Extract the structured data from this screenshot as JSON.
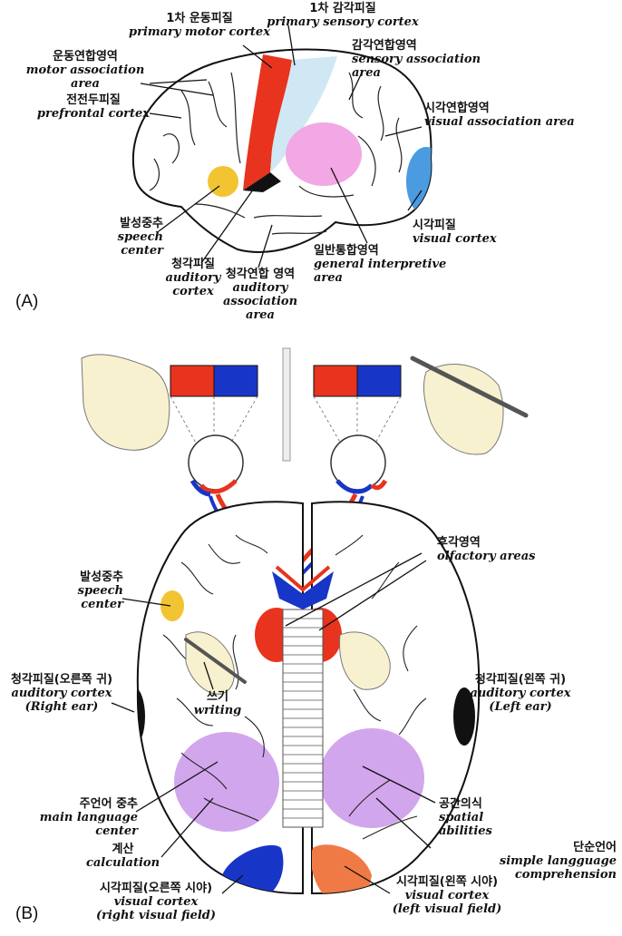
{
  "panel_a": {
    "letter": "(A)",
    "labels": {
      "primary_motor": {
        "ko": "1차 운동피질",
        "en": "primary motor cortex"
      },
      "primary_sensory": {
        "ko": "1차 감각피질",
        "en": "primary sensory cortex"
      },
      "motor_association": {
        "ko": "운동연합영역",
        "en": "motor association area"
      },
      "sensory_association": {
        "ko": "감각연합영역",
        "en": "sensory association area"
      },
      "prefrontal": {
        "ko": "전전두피질",
        "en": "prefrontal cortex"
      },
      "visual_association": {
        "ko": "시각연합영역",
        "en": "visual association area"
      },
      "speech": {
        "ko": "발성중추",
        "en1": "speech",
        "en2": "center"
      },
      "auditory": {
        "ko": "청각피질",
        "en1": "auditory",
        "en2": "cortex"
      },
      "auditory_association": {
        "ko": "청각연합 영역",
        "en1": "auditory",
        "en2": "association area"
      },
      "general_interpretive": {
        "ko": "일반통합영역",
        "en": "general interpretive area"
      },
      "visual_cortex": {
        "ko": "시각피질",
        "en": "visual cortex"
      }
    }
  },
  "panel_b": {
    "letter": "(B)",
    "labels": {
      "olfactory": {
        "ko": "후각영역",
        "en": "olfactory areas"
      },
      "speech": {
        "ko": "발성중추",
        "en": "speech center"
      },
      "auditory_right": {
        "ko": "청각피질(오른쪽 귀)",
        "en1": "auditory cortex",
        "en2": "(Right ear)"
      },
      "auditory_left": {
        "ko": "청각피질(왼쪽 귀)",
        "en1": "auditory cortex",
        "en2": "(Left ear)"
      },
      "writing": {
        "ko": "쓰기",
        "en": "writing"
      },
      "main_language": {
        "ko": "주언어 중추",
        "en": "main language center"
      },
      "spatial": {
        "ko": "공간의식",
        "en": "spatial abilities"
      },
      "calculation": {
        "ko": "계산",
        "en": "calculation"
      },
      "simple_language": {
        "ko": "단순언어",
        "en": "simple langguage comprehension"
      },
      "visual_right": {
        "ko": "시각피질(오른쪽 시야)",
        "en1": "visual cortex",
        "en2": "(right visual field)"
      },
      "visual_left": {
        "ko": "시각피질(왼쪽 시야)",
        "en1": "visual cortex",
        "en2": "(left visual field)"
      }
    }
  },
  "colors": {
    "motor_red": "#e8331e",
    "sensory_blue": "#cfe8f4",
    "speech_yellow": "#f2c431",
    "interpretive_pink": "#f2a8e4",
    "visual_blue": "#4a9be0",
    "language_purple": "#d2a6ec",
    "occipital_blue": "#1736c8",
    "occipital_orange": "#f07a45",
    "hand_cream": "#f8f1cf"
  }
}
